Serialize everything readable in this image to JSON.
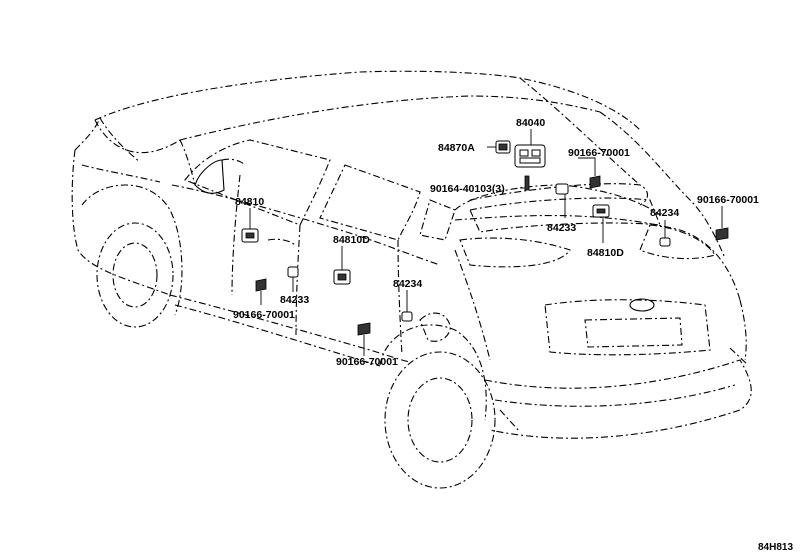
{
  "diagram_code": "84H813",
  "callouts": {
    "p84040": "84040",
    "p84870A": "84870A",
    "p90166_top": "90166-70001",
    "p90164": "90164-40103(3)",
    "p84233_right": "84233",
    "p84810D_right": "84810D",
    "p84234_right": "84234",
    "p90166_right": "90166-70001",
    "p84810": "84810",
    "p84810D_mid": "84810D",
    "p84234_mid": "84234",
    "p84233_left": "84233",
    "p90166_left": "90166-70001",
    "p90166_bottom": "90166-70001"
  }
}
